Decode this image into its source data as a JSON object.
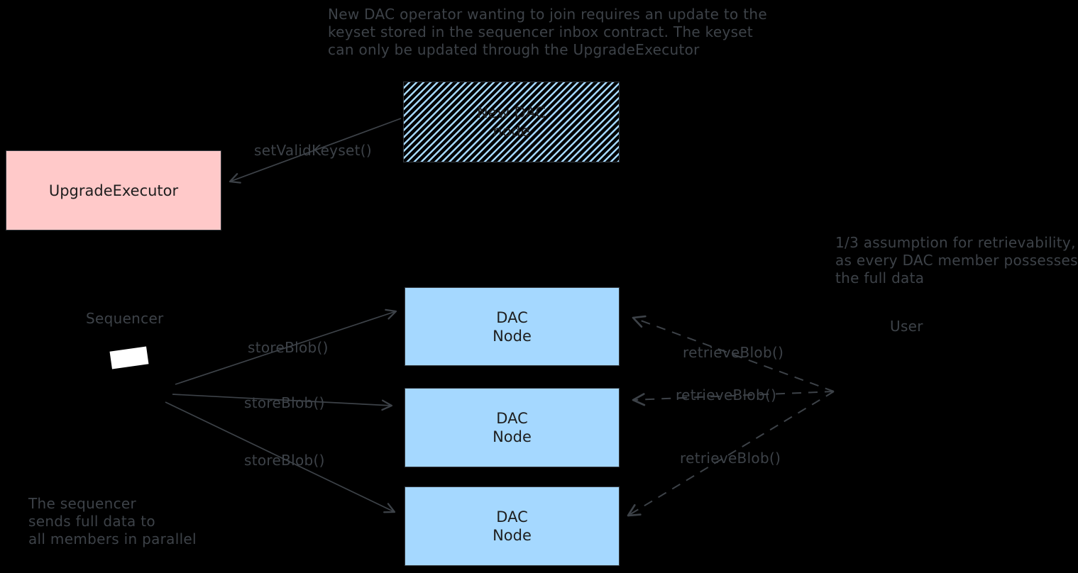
{
  "colors": {
    "background": "#000000",
    "box_blue_fill": "#a5d8ff",
    "box_pink_fill": "#ffc9c9",
    "stroke_dark": "#343a40",
    "box_text": "#1e1e1e",
    "ink": "#3d4248",
    "laptop_screen": "#ffffff"
  },
  "notes": {
    "top": [
      "New DAC operator wanting to join requires an update to the",
      "keyset stored in the sequencer inbox contract. The keyset",
      "can only be updated through the UpgradeExecutor"
    ],
    "right": [
      "1/3 assumption for retrievability,",
      "as every DAC member possesses",
      "the full data"
    ],
    "bottom_left": [
      "The sequencer",
      "sends full data to",
      "all members in parallel"
    ]
  },
  "nodes": {
    "new_dac": {
      "line1": "New DAC",
      "line2": "node"
    },
    "upgrade_executor": {
      "label": "UpgradeExecutor"
    },
    "dac1": {
      "line1": "DAC",
      "line2": "Node"
    },
    "dac2": {
      "line1": "DAC",
      "line2": "Node"
    },
    "dac3": {
      "line1": "DAC",
      "line2": "Node"
    }
  },
  "actors": {
    "sequencer": "Sequencer",
    "user": "User"
  },
  "edges": {
    "set_valid_keyset": "setValidKeyset()",
    "store_blob_1": "storeBlob()",
    "store_blob_2": "storeBlob()",
    "store_blob_3": "storeBlob()",
    "retrieve_blob_1": "retrieveBlob()",
    "retrieve_blob_2": "retrieveBlob()",
    "retrieve_blob_3": "retrieveBlob()"
  }
}
